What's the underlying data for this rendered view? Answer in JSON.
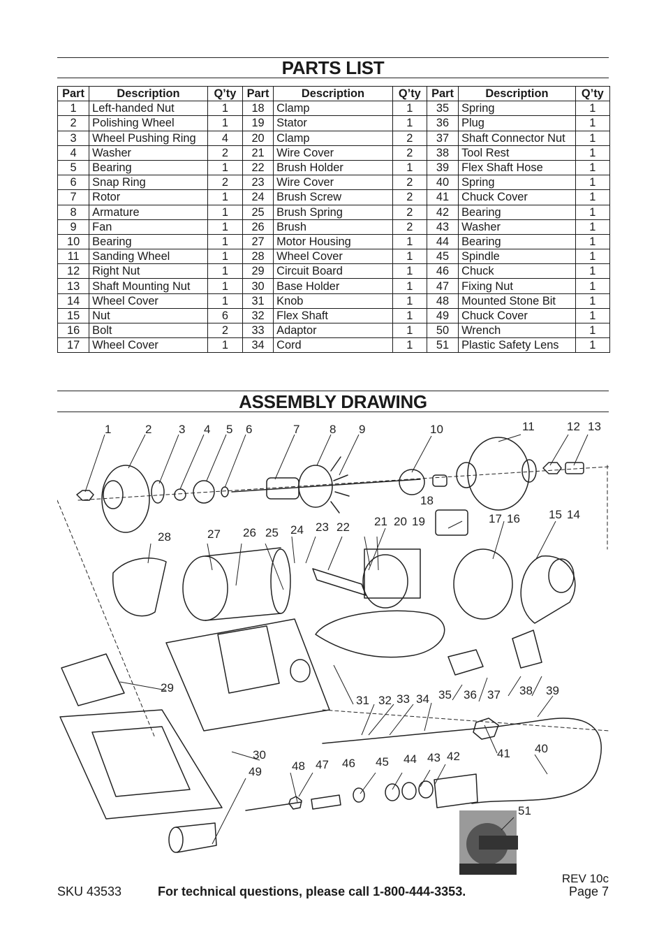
{
  "parts_list": {
    "title": "PARTS LIST",
    "headers": [
      "Part",
      "Description",
      "Q’ty",
      "Part",
      "Description",
      "Q’ty",
      "Part",
      "Description",
      "Q’ty"
    ],
    "rows": [
      [
        "1",
        "Left-handed Nut",
        "1",
        "18",
        "Clamp",
        "1",
        "35",
        "Spring",
        "1"
      ],
      [
        "2",
        "Polishing Wheel",
        "1",
        "19",
        "Stator",
        "1",
        "36",
        "Plug",
        "1"
      ],
      [
        "3",
        "Wheel Pushing Ring",
        "4",
        "20",
        "Clamp",
        "2",
        "37",
        "Shaft Connector Nut",
        "1"
      ],
      [
        "4",
        "Washer",
        "2",
        "21",
        "Wire Cover",
        "2",
        "38",
        "Tool Rest",
        "1"
      ],
      [
        "5",
        "Bearing",
        "1",
        "22",
        "Brush Holder",
        "1",
        "39",
        "Flex Shaft Hose",
        "1"
      ],
      [
        "6",
        "Snap Ring",
        "2",
        "23",
        "Wire Cover",
        "2",
        "40",
        "Spring",
        "1"
      ],
      [
        "7",
        "Rotor",
        "1",
        "24",
        "Brush Screw",
        "2",
        "41",
        "Chuck Cover",
        "1"
      ],
      [
        "8",
        "Armature",
        "1",
        "25",
        "Brush Spring",
        "2",
        "42",
        "Bearing",
        "1"
      ],
      [
        "9",
        "Fan",
        "1",
        "26",
        "Brush",
        "2",
        "43",
        "Washer",
        "1"
      ],
      [
        "10",
        "Bearing",
        "1",
        "27",
        "Motor Housing",
        "1",
        "44",
        "Bearing",
        "1"
      ],
      [
        "11",
        "Sanding Wheel",
        "1",
        "28",
        "Wheel Cover",
        "1",
        "45",
        "Spindle",
        "1"
      ],
      [
        "12",
        "Right Nut",
        "1",
        "29",
        "Circuit Board",
        "1",
        "46",
        "Chuck",
        "1"
      ],
      [
        "13",
        "Shaft Mounting Nut",
        "1",
        "30",
        "Base Holder",
        "1",
        "47",
        "Fixing Nut",
        "1"
      ],
      [
        "14",
        "Wheel Cover",
        "1",
        "31",
        "Knob",
        "1",
        "48",
        "Mounted Stone Bit",
        "1"
      ],
      [
        "15",
        "Nut",
        "6",
        "32",
        "Flex Shaft",
        "1",
        "49",
        "Chuck Cover",
        "1"
      ],
      [
        "16",
        "Bolt",
        "2",
        "33",
        "Adaptor",
        "1",
        "50",
        "Wrench",
        "1"
      ],
      [
        "17",
        "Wheel Cover",
        "1",
        "34",
        "Cord",
        "1",
        "51",
        "Plastic Safety Lens",
        "1"
      ]
    ]
  },
  "assembly": {
    "title": "ASSEMBLY DRAWING",
    "callouts": [
      "1",
      "2",
      "3",
      "4",
      "5",
      "6",
      "7",
      "8",
      "9",
      "10",
      "11",
      "12",
      "13",
      "14",
      "15",
      "16",
      "17",
      "18",
      "19",
      "20",
      "21",
      "22",
      "23",
      "24",
      "25",
      "26",
      "27",
      "28",
      "29",
      "30",
      "31",
      "32",
      "33",
      "34",
      "35",
      "36",
      "37",
      "38",
      "39",
      "40",
      "41",
      "42",
      "43",
      "44",
      "45",
      "46",
      "47",
      "48",
      "49",
      "51"
    ]
  },
  "footer": {
    "sku": "SKU 43533",
    "support": "For technical questions, please call 1-800-444-3353.",
    "rev": "REV 10c",
    "page": "Page 7"
  }
}
